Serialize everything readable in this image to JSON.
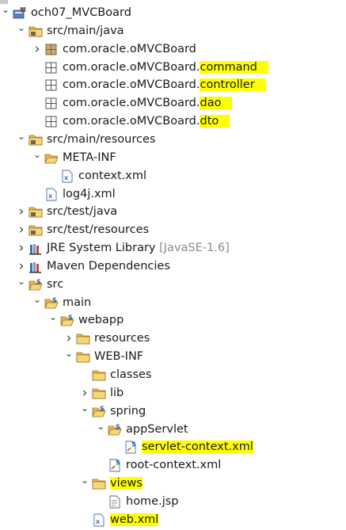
{
  "colors": {
    "highlight": "#ffff00",
    "folder": "#e8b84a",
    "package": "#7a6242",
    "library": "#4a6ea8",
    "decorator": "#1f5fb5",
    "selected_strip": "#c8c8c8"
  },
  "tree": [
    {
      "depth": 0,
      "expander": "expanded",
      "icon": "project-icon",
      "label": "och07_MVCBoard"
    },
    {
      "depth": 1,
      "expander": "expanded",
      "icon": "source-folder-icon",
      "label": "src/main/java"
    },
    {
      "depth": 2,
      "expander": "collapsed",
      "icon": "package-icon",
      "label": "com.oracle.oMVCBoard"
    },
    {
      "depth": 2,
      "expander": "none",
      "icon": "empty-package-icon",
      "label": "com.oracle.oMVCBoard.",
      "hl": "command"
    },
    {
      "depth": 2,
      "expander": "none",
      "icon": "empty-package-icon",
      "label": "com.oracle.oMVCBoard.",
      "hl": "controller"
    },
    {
      "depth": 2,
      "expander": "none",
      "icon": "empty-package-icon",
      "label": "com.oracle.oMVCBoard.",
      "hl": "dao"
    },
    {
      "depth": 2,
      "expander": "none",
      "icon": "empty-package-icon",
      "label": "com.oracle.oMVCBoard.",
      "hl": "dto"
    },
    {
      "depth": 1,
      "expander": "expanded",
      "icon": "source-folder-icon",
      "label": "src/main/resources"
    },
    {
      "depth": 2,
      "expander": "expanded",
      "icon": "open-folder-icon",
      "label": "META-INF"
    },
    {
      "depth": 3,
      "expander": "none",
      "icon": "xml-file-icon",
      "label": "context.xml"
    },
    {
      "depth": 2,
      "expander": "none",
      "icon": "xml-file-icon",
      "label": "log4j.xml"
    },
    {
      "depth": 1,
      "expander": "collapsed",
      "icon": "source-folder-icon",
      "label": "src/test/java"
    },
    {
      "depth": 1,
      "expander": "collapsed",
      "icon": "source-folder-icon",
      "label": "src/test/resources"
    },
    {
      "depth": 1,
      "expander": "collapsed",
      "icon": "library-icon",
      "label": "JRE System Library",
      "suffix": "[JavaSE-1.6]"
    },
    {
      "depth": 1,
      "expander": "collapsed",
      "icon": "library-icon",
      "label": "Maven Dependencies"
    },
    {
      "depth": 1,
      "expander": "expanded",
      "icon": "spring-folder-icon",
      "label": "src"
    },
    {
      "depth": 2,
      "expander": "expanded",
      "icon": "spring-folder-icon",
      "label": "main"
    },
    {
      "depth": 3,
      "expander": "expanded",
      "icon": "spring-folder-icon",
      "label": "webapp"
    },
    {
      "depth": 4,
      "expander": "collapsed",
      "icon": "folder-icon",
      "label": "resources"
    },
    {
      "depth": 4,
      "expander": "expanded",
      "icon": "folder-icon",
      "label": "WEB-INF"
    },
    {
      "depth": 5,
      "expander": "none",
      "icon": "folder-icon",
      "label": "classes"
    },
    {
      "depth": 5,
      "expander": "collapsed",
      "icon": "folder-icon",
      "label": "lib"
    },
    {
      "depth": 5,
      "expander": "expanded",
      "icon": "spring-folder-icon",
      "label": "spring"
    },
    {
      "depth": 6,
      "expander": "expanded",
      "icon": "spring-folder-icon",
      "label": "appServlet"
    },
    {
      "depth": 7,
      "expander": "none",
      "icon": "spring-xml-icon",
      "label": "servlet-context.xml",
      "hl_all": true
    },
    {
      "depth": 6,
      "expander": "none",
      "icon": "spring-xml-icon",
      "label": "root-context.xml"
    },
    {
      "depth": 5,
      "expander": "expanded",
      "icon": "folder-icon",
      "label": "views",
      "hl_all": true
    },
    {
      "depth": 6,
      "expander": "none",
      "icon": "jsp-file-icon",
      "label": "home.jsp"
    },
    {
      "depth": 5,
      "expander": "none",
      "icon": "xml-file-icon",
      "label": "web.xml",
      "hl_all": true
    }
  ]
}
